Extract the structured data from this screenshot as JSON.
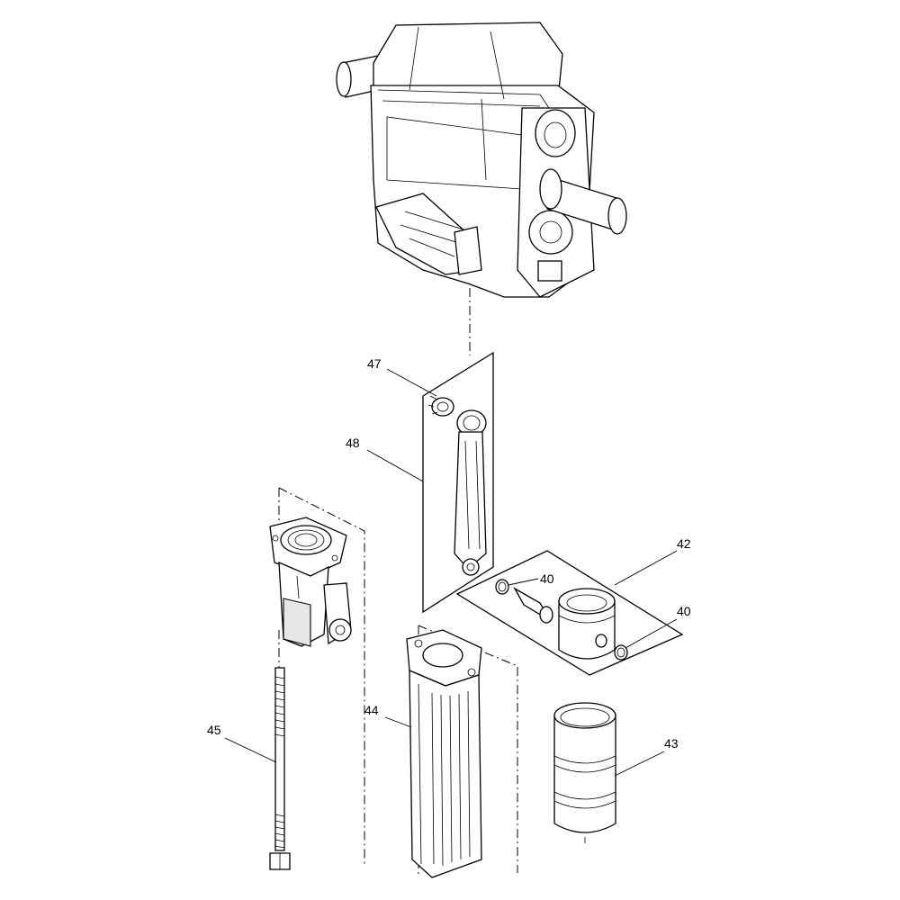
{
  "callouts": {
    "c47": "47",
    "c48": "48",
    "c42": "42",
    "c40a": "40",
    "c40b": "40",
    "c44": "44",
    "c45": "45",
    "c43": "43"
  }
}
